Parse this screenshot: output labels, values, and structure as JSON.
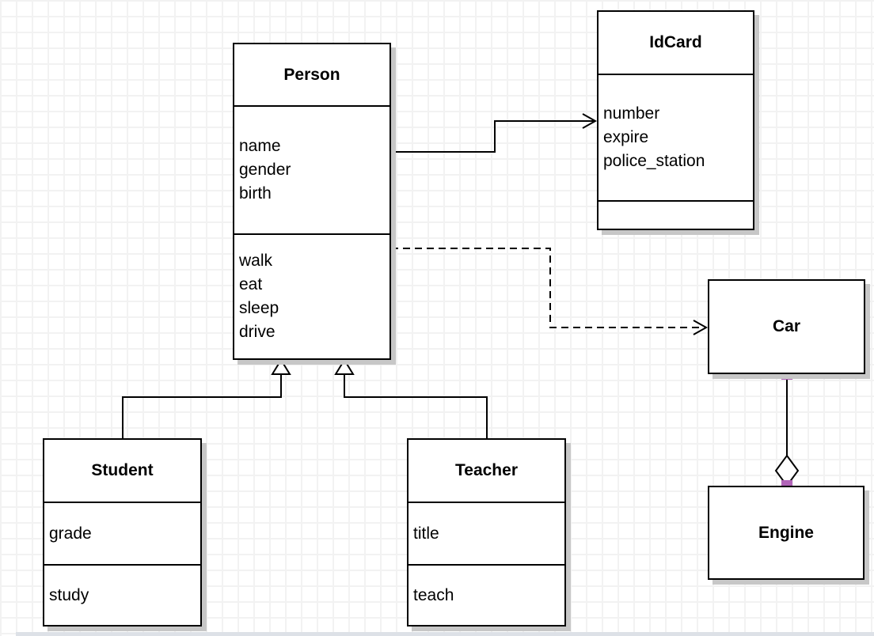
{
  "classes": {
    "person": {
      "name": "Person",
      "attributes": [
        "name",
        "gender",
        "birth"
      ],
      "methods": [
        "walk",
        "eat",
        "sleep",
        "drive"
      ]
    },
    "idcard": {
      "name": "IdCard",
      "attributes": [
        "number",
        "expire",
        "police_station"
      ],
      "methods": []
    },
    "car": {
      "name": "Car",
      "attributes": [],
      "methods": []
    },
    "engine": {
      "name": "Engine",
      "attributes": [],
      "methods": []
    },
    "student": {
      "name": "Student",
      "attributes": [
        "grade"
      ],
      "methods": [
        "study"
      ]
    },
    "teacher": {
      "name": "Teacher",
      "attributes": [
        "title"
      ],
      "methods": [
        "teach"
      ]
    }
  },
  "relationships": [
    {
      "id": "person-idcard",
      "type": "association",
      "from": "Person",
      "to": "IdCard",
      "line": "solid",
      "arrow": "open-arrow"
    },
    {
      "id": "person-car",
      "type": "dependency",
      "from": "Person",
      "to": "Car",
      "line": "dashed",
      "arrow": "open-arrow"
    },
    {
      "id": "student-person",
      "type": "generalization",
      "from": "Student",
      "to": "Person",
      "line": "solid",
      "arrow": "hollow-triangle"
    },
    {
      "id": "teacher-person",
      "type": "generalization",
      "from": "Teacher",
      "to": "Person",
      "line": "solid",
      "arrow": "hollow-triangle"
    },
    {
      "id": "car-engine",
      "type": "aggregation",
      "from": "Car",
      "to": "Engine",
      "line": "solid",
      "arrow": "hollow-diamond",
      "endpoint_handles": "purple-squares"
    }
  ],
  "colors": {
    "line": "#000000",
    "box_fill": "#ffffff",
    "box_shadow": "#c7c7c7",
    "grid": "#f2f2f2",
    "endpoint_handle": "#b164b8",
    "canvas_edge": "#dde1e7"
  }
}
